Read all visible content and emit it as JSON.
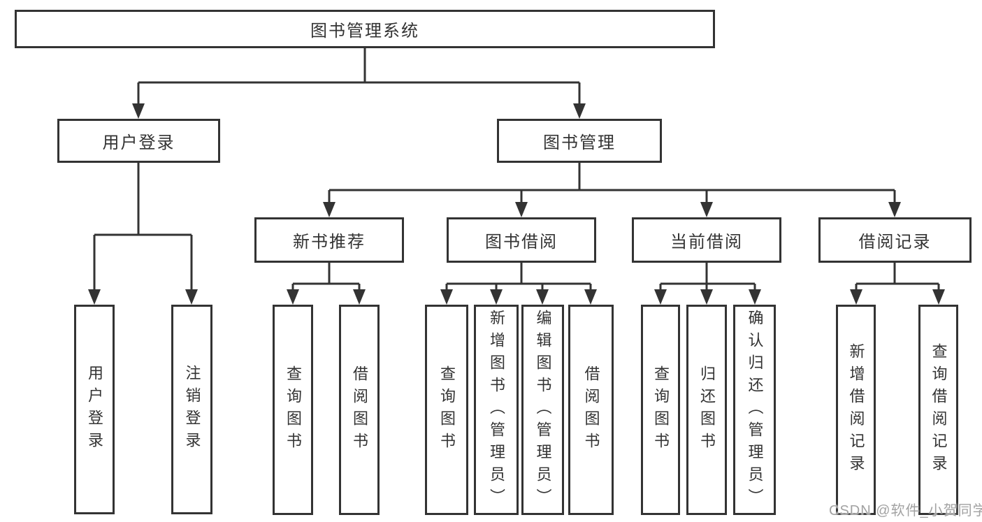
{
  "tree": {
    "root": "图书管理系统",
    "children": [
      {
        "label": "用户登录",
        "children": [
          "用户登录",
          "注销登录"
        ]
      },
      {
        "label": "图书管理",
        "children": [
          {
            "label": "新书推荐",
            "children": [
              "查询图书",
              "借阅图书"
            ]
          },
          {
            "label": "图书借阅",
            "children": [
              "查询图书",
              "新增图书（管理员）",
              "编辑图书（管理员）",
              "借阅图书"
            ]
          },
          {
            "label": "当前借阅",
            "children": [
              "查询图书",
              "归还图书",
              "确认归还（管理员）"
            ]
          },
          {
            "label": "借阅记录",
            "children": [
              "新增借阅记录",
              "查询借阅记录"
            ]
          }
        ]
      }
    ]
  },
  "watermark": {
    "text": "CSDN @软件_小贺同学"
  },
  "colors": {
    "line": "#333333",
    "border": "#333333",
    "text": "#333333",
    "background": "#ffffff",
    "watermark": "#a2a2a2"
  }
}
